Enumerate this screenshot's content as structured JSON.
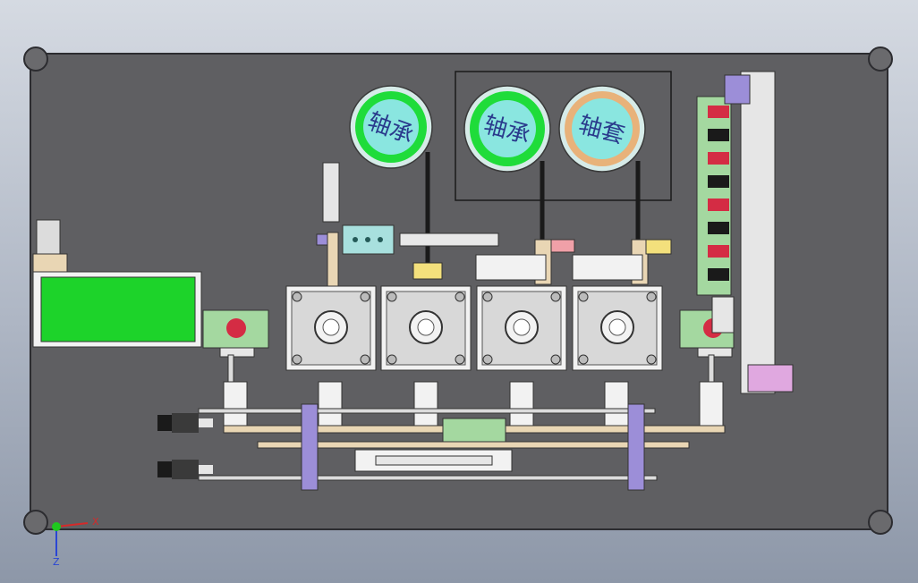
{
  "feeders": [
    {
      "label": "轴承",
      "ring": "#1fdc3a",
      "face": "#8ae6e0"
    },
    {
      "label": "轴承",
      "ring": "#1fdc3a",
      "face": "#8ae6e0"
    },
    {
      "label": "轴套",
      "ring": "#e8b27a",
      "face": "#8ae6e0"
    }
  ],
  "axes": {
    "x": "X",
    "z": "Z"
  },
  "colors": {
    "plate": "#5f5f62",
    "plate_edge": "#2c2c30",
    "conveyor": "#1dd32a",
    "rail": "#e9d6b4",
    "cylinder": "#f2f2f2",
    "accent_purple": "#9c8ed8",
    "accent_red": "#d42c44"
  }
}
